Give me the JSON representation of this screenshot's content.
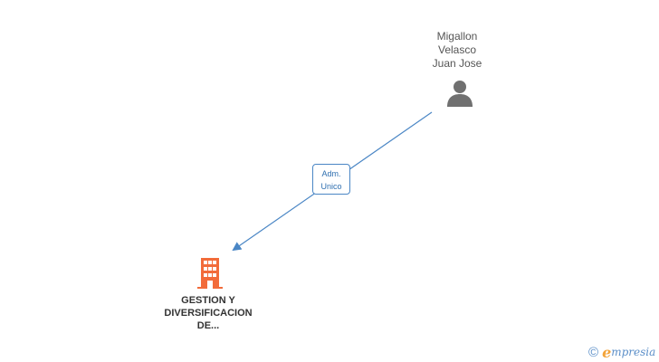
{
  "person": {
    "name_lines": [
      "Migallon",
      "Velasco",
      "Juan Jose"
    ],
    "icon": "person-icon"
  },
  "company": {
    "name_lines": [
      "GESTION Y",
      "DIVERSIFICACION",
      "DE..."
    ],
    "icon": "building-icon"
  },
  "relation": {
    "label_lines": [
      "Adm.",
      "Unico"
    ]
  },
  "brand": {
    "copyright": "©",
    "e": "e",
    "rest": "mpresia"
  },
  "colors": {
    "edge": "#4a86c5",
    "person": "#707070",
    "company": "#f26b3a"
  }
}
